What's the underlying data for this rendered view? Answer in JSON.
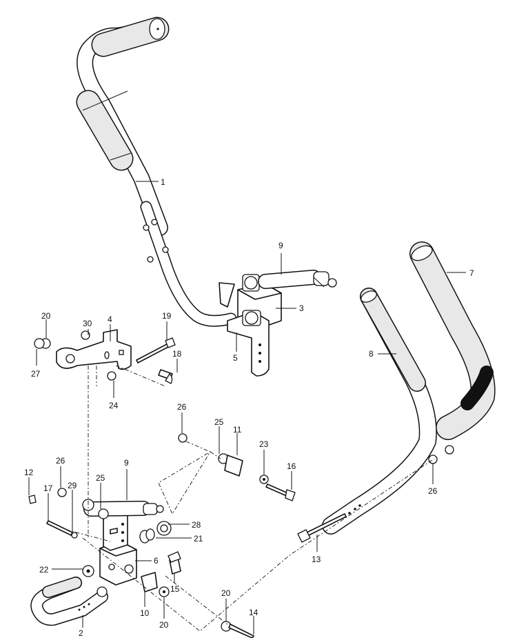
{
  "callouts": [
    {
      "id": "c1",
      "text": "1"
    },
    {
      "id": "c2",
      "text": "2"
    },
    {
      "id": "c3",
      "text": "3"
    },
    {
      "id": "c4",
      "text": "4"
    },
    {
      "id": "c5",
      "text": "5"
    },
    {
      "id": "c6",
      "text": "6"
    },
    {
      "id": "c7",
      "text": "7"
    },
    {
      "id": "c8",
      "text": "8"
    },
    {
      "id": "c9a",
      "text": "9"
    },
    {
      "id": "c9b",
      "text": "9"
    },
    {
      "id": "c10",
      "text": "10"
    },
    {
      "id": "c11",
      "text": "11"
    },
    {
      "id": "c12",
      "text": "12"
    },
    {
      "id": "c13",
      "text": "13"
    },
    {
      "id": "c14",
      "text": "14"
    },
    {
      "id": "c15",
      "text": "15"
    },
    {
      "id": "c16",
      "text": "16"
    },
    {
      "id": "c17",
      "text": "17"
    },
    {
      "id": "c18",
      "text": "18"
    },
    {
      "id": "c19",
      "text": "19"
    },
    {
      "id": "c20a",
      "text": "20"
    },
    {
      "id": "c20b",
      "text": "20"
    },
    {
      "id": "c20c",
      "text": "20"
    },
    {
      "id": "c21",
      "text": "21"
    },
    {
      "id": "c22",
      "text": "22"
    },
    {
      "id": "c23",
      "text": "23"
    },
    {
      "id": "c24",
      "text": "24"
    },
    {
      "id": "c25a",
      "text": "25"
    },
    {
      "id": "c25b",
      "text": "25"
    },
    {
      "id": "c26a",
      "text": "26"
    },
    {
      "id": "c26b",
      "text": "26"
    },
    {
      "id": "c26c",
      "text": "26"
    },
    {
      "id": "c27",
      "text": "27"
    },
    {
      "id": "c28",
      "text": "28"
    },
    {
      "id": "c29",
      "text": "29"
    },
    {
      "id": "c30",
      "text": "30"
    }
  ]
}
